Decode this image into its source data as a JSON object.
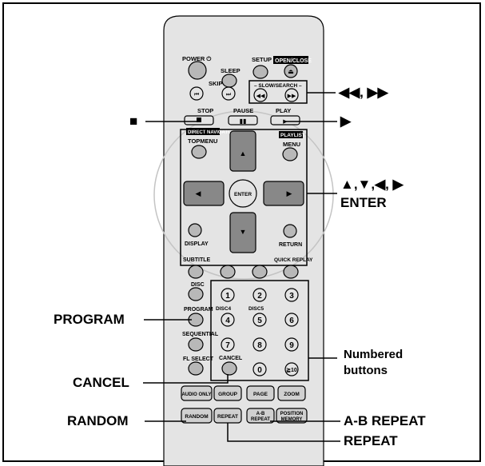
{
  "remote_labels": {
    "power": "POWER ⏻",
    "sleep": "SLEEP",
    "setup": "SETUP",
    "open_close": "OPEN/CLOSE",
    "skip": "SKIP",
    "slow_search": "– SLOW/SEARCH –",
    "stop": "STOP",
    "pause": "PAUSE",
    "play": "PLAY",
    "direct_navigator": "DIRECT NAVIGATOR",
    "topmenu": "TOPMENU",
    "playlist": "PLAYLIST",
    "menu": "MENU",
    "enter": "ENTER",
    "display": "DISPLAY",
    "return": "RETURN",
    "subtitle": "SUBTITLE",
    "quick_replay": "QUICK REPLAY",
    "disc": "DISC",
    "program": "PROGRAM",
    "disc4": "DISC4",
    "disc5": "DISC5",
    "sequential": "SEQUENTIAL",
    "fl_select": "FL SELECT",
    "cancel": "CANCEL",
    "audio_only": "AUDIO ONLY",
    "group": "GROUP",
    "page": "PAGE",
    "zoom": "ZOOM",
    "random": "RANDOM",
    "repeat": "REPEAT",
    "ab_repeat_top": "A-B",
    "ab_repeat_bottom": "REPEAT",
    "position_top": "POSITION",
    "position_bottom": "MEMORY",
    "num1": "1",
    "num2": "2",
    "num3": "3",
    "num4": "4",
    "num5": "5",
    "num6": "6",
    "num7": "7",
    "num8": "8",
    "num9": "9",
    "num0": "0",
    "num10": "≧10"
  },
  "callouts": {
    "skip_search": "◀◀, ▶▶",
    "stop": "■",
    "play": "▶",
    "arrows": "▲,▼,◀, ▶",
    "enter": "ENTER",
    "program": "PROGRAM",
    "numbered": "Numbered buttons",
    "cancel": "CANCEL",
    "random": "RANDOM",
    "ab_repeat": "A-B REPEAT",
    "repeat": "REPEAT"
  },
  "colors": {
    "body": "#e4e4e4",
    "button": "#b8b8b8",
    "dark_button": "#777777",
    "line": "#000000"
  }
}
